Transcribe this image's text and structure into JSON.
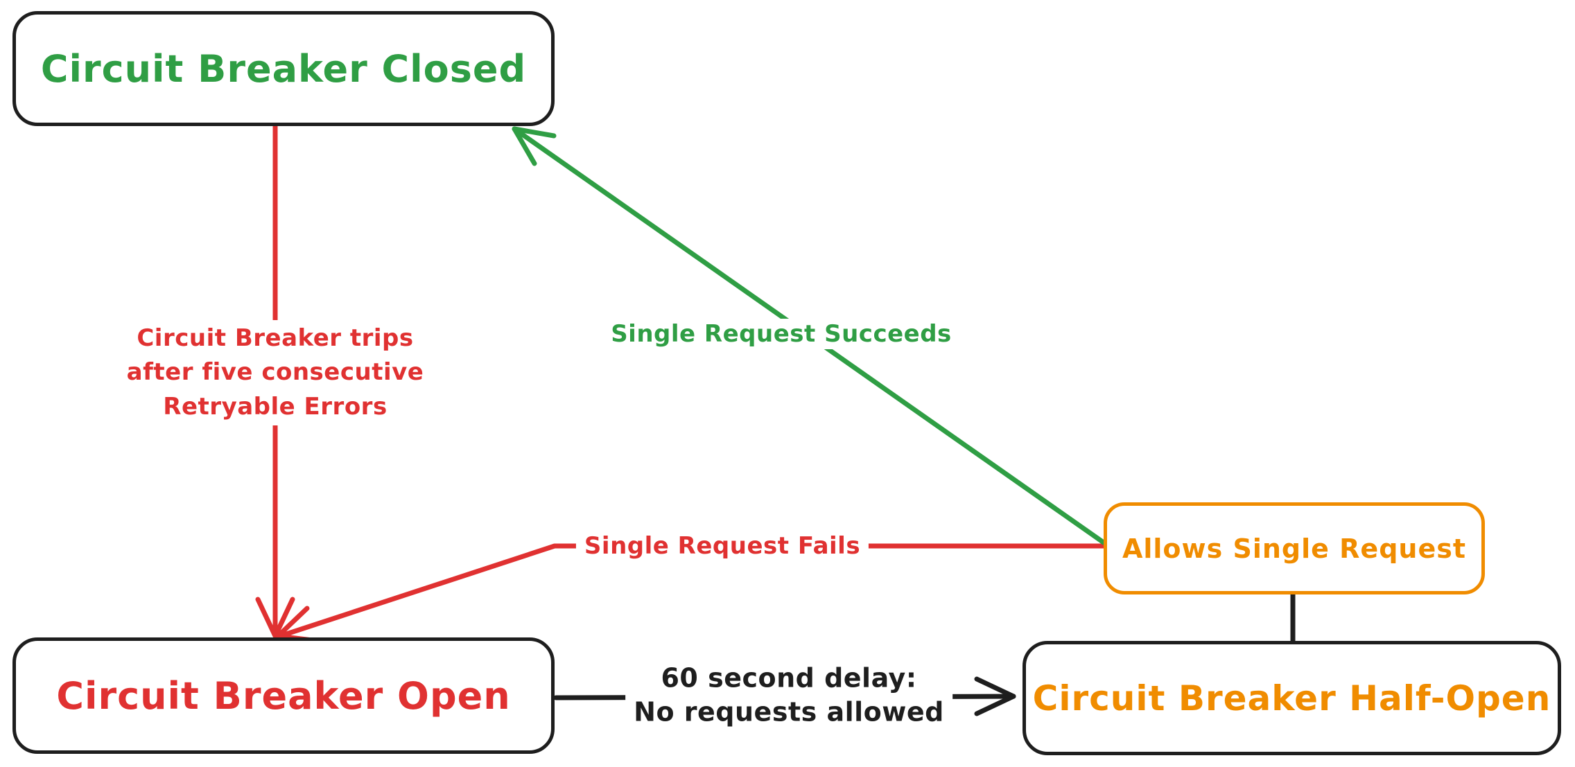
{
  "diagram_type": "state-diagram",
  "nodes": {
    "closed": {
      "label": "Circuit Breaker Closed",
      "color": "#2f9e44"
    },
    "open": {
      "label": "Circuit Breaker Open",
      "color": "#e03131"
    },
    "half_open": {
      "label": "Circuit Breaker Half-Open",
      "color": "#f08c00"
    },
    "allows_single_request": {
      "label": "Allows Single Request",
      "color": "#f08c00"
    }
  },
  "edges": {
    "trip": {
      "from": "closed",
      "to": "open",
      "color": "#e03131",
      "lines": [
        "Circuit Breaker trips",
        "after five consecutive",
        "Retryable Errors"
      ]
    },
    "succeeds": {
      "from": "allows_single_request",
      "to": "closed",
      "color": "#2f9e44",
      "label": "Single Request Succeeds"
    },
    "fails": {
      "from": "allows_single_request",
      "to": "open",
      "color": "#e03131",
      "label": "Single Request Fails"
    },
    "delay": {
      "from": "open",
      "to": "half_open",
      "color": "#1e1e1e",
      "lines": [
        "60 second delay:",
        "No requests allowed"
      ]
    },
    "half_open_link": {
      "from": "allows_single_request",
      "to": "half_open",
      "color": "#1e1e1e",
      "label": ""
    }
  },
  "colors": {
    "green": "#2f9e44",
    "red": "#e03131",
    "orange": "#f08c00",
    "ink": "#1e1e1e",
    "bg": "#ffffff"
  }
}
